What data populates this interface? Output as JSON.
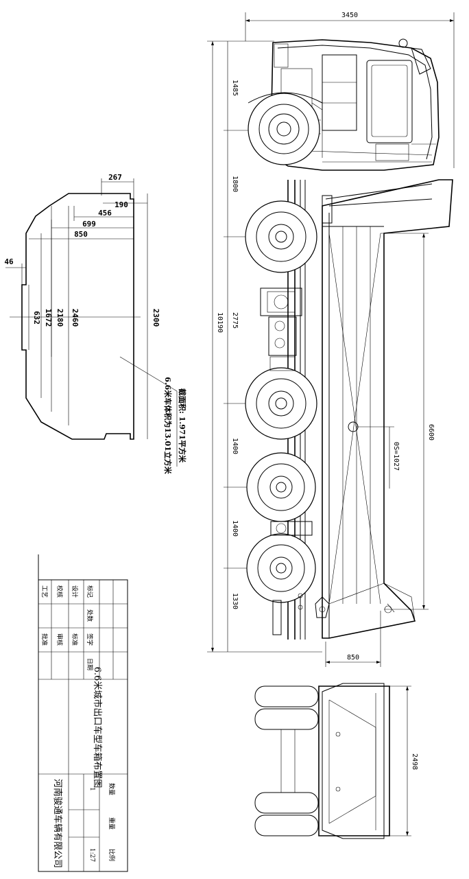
{
  "dimensions": {
    "overall_width": "3450",
    "overall_length": "10190",
    "cab_segment": "1485",
    "front_to_axle2": "1800",
    "axle2_to_axle3": "2775",
    "axle3_to_axle4": "1400",
    "axle4_to_axle5": "1400",
    "rear_overhang": "1330",
    "body_length": "6600",
    "body_offset": "0S=1027",
    "rear_height": "850",
    "rear_view_width": "2498"
  },
  "section": {
    "d267": "267",
    "d190": "190",
    "d456": "456",
    "d699": "699",
    "d850": "850",
    "d46": "46",
    "d632": "632",
    "d1672": "1672",
    "d2180": "2180",
    "d2460": "2460",
    "d2300": "2300",
    "note_area": "截面积: 1.971平方米",
    "note_volume": "6.6米车体积为13.01立方米"
  },
  "title_block": {
    "drawing_title": "6.6米城市出口车型车箱布置图",
    "company": "河南骏通车辆有限公司",
    "quantity_label": "数量",
    "quantity_value": "1",
    "weight_label": "重量",
    "scale_label": "比例",
    "scale_value": "1:27",
    "row_labels": {
      "mark": "标记",
      "count": "处数",
      "signature": "签字",
      "date": "日期",
      "design": "设计",
      "standard": "标准",
      "proofread": "校核",
      "review": "审核",
      "process": "工艺",
      "approve": "批准"
    }
  }
}
